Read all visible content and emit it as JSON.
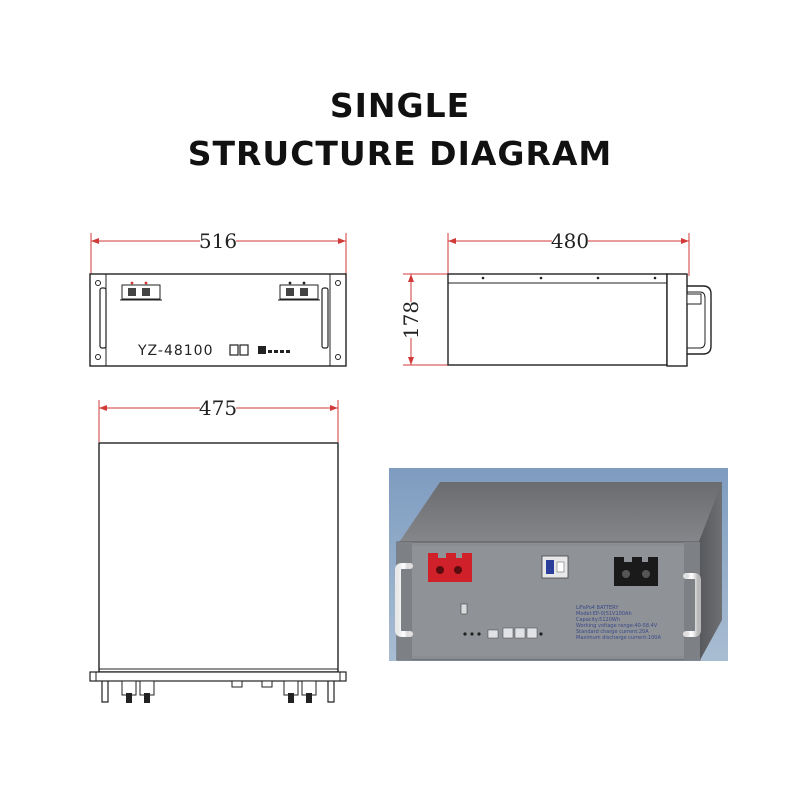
{
  "header": {
    "title_line1": "SINGLE",
    "title_line2": "STRUCTURE DIAGRAM"
  },
  "dimensions": {
    "front_width": "516",
    "side_depth": "480",
    "side_height": "178",
    "top_width": "475"
  },
  "front_view": {
    "model_label": "YZ-48100"
  },
  "photo": {
    "label_lines": [
      "LiFePo4 BATTERY",
      "Model:EP-0(51V100Ah",
      "Capacity:5120Wh",
      "Working voltage range:40-58.4V",
      "Standard charge current:20A",
      "Maximum discharge current:100A"
    ]
  },
  "colors": {
    "dimension_line": "#d23a3a",
    "drawing_line": "#222222",
    "photo_background": "#8fa8c4",
    "panel_face": "#8a8d92",
    "terminal_positive": "#d0202a",
    "terminal_negative": "#1a1a1a"
  }
}
